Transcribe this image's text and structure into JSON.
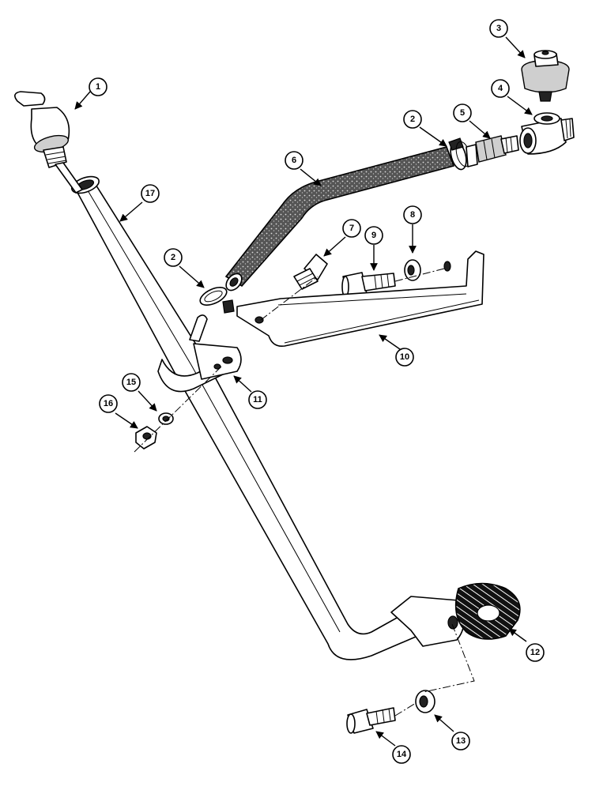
{
  "callouts": [
    {
      "id": "1",
      "label": "1"
    },
    {
      "id": "2a",
      "label": "2"
    },
    {
      "id": "2b",
      "label": "2"
    },
    {
      "id": "3",
      "label": "3"
    },
    {
      "id": "4",
      "label": "4"
    },
    {
      "id": "5",
      "label": "5"
    },
    {
      "id": "6",
      "label": "6"
    },
    {
      "id": "7",
      "label": "7"
    },
    {
      "id": "8",
      "label": "8"
    },
    {
      "id": "9",
      "label": "9"
    },
    {
      "id": "10",
      "label": "10"
    },
    {
      "id": "11",
      "label": "11"
    },
    {
      "id": "12",
      "label": "12"
    },
    {
      "id": "13",
      "label": "13"
    },
    {
      "id": "14",
      "label": "14"
    },
    {
      "id": "15",
      "label": "15"
    },
    {
      "id": "16",
      "label": "16"
    },
    {
      "id": "17",
      "label": "17"
    }
  ]
}
